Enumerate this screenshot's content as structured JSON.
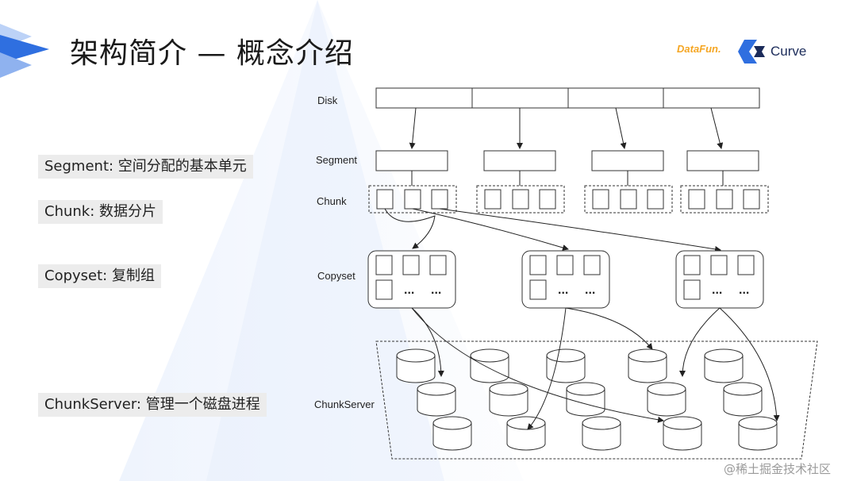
{
  "slide": {
    "title": "架构简介 — 概念介绍",
    "brand_left": "DataFun.",
    "brand_right": "Curve",
    "watermark": "@稀土掘金技术社区"
  },
  "concepts": [
    {
      "text": "Segment: 空间分配的基本单元"
    },
    {
      "text": "Chunk: 数据分片"
    },
    {
      "text": "Copyset: 复制组"
    },
    {
      "text": "ChunkServer: 管理一个磁盘进程"
    }
  ],
  "diagram": {
    "level_labels": {
      "disk": "Disk",
      "segment": "Segment",
      "chunk": "Chunk",
      "copyset": "Copyset",
      "chunkserver": "ChunkServer"
    },
    "ellipsis": "..."
  },
  "colors": {
    "accent_blue": "#2f6fe0",
    "light_blue": "#cfe0fb",
    "datafun_orange": "#f5a623",
    "curve_navy": "#1b2b5a"
  }
}
